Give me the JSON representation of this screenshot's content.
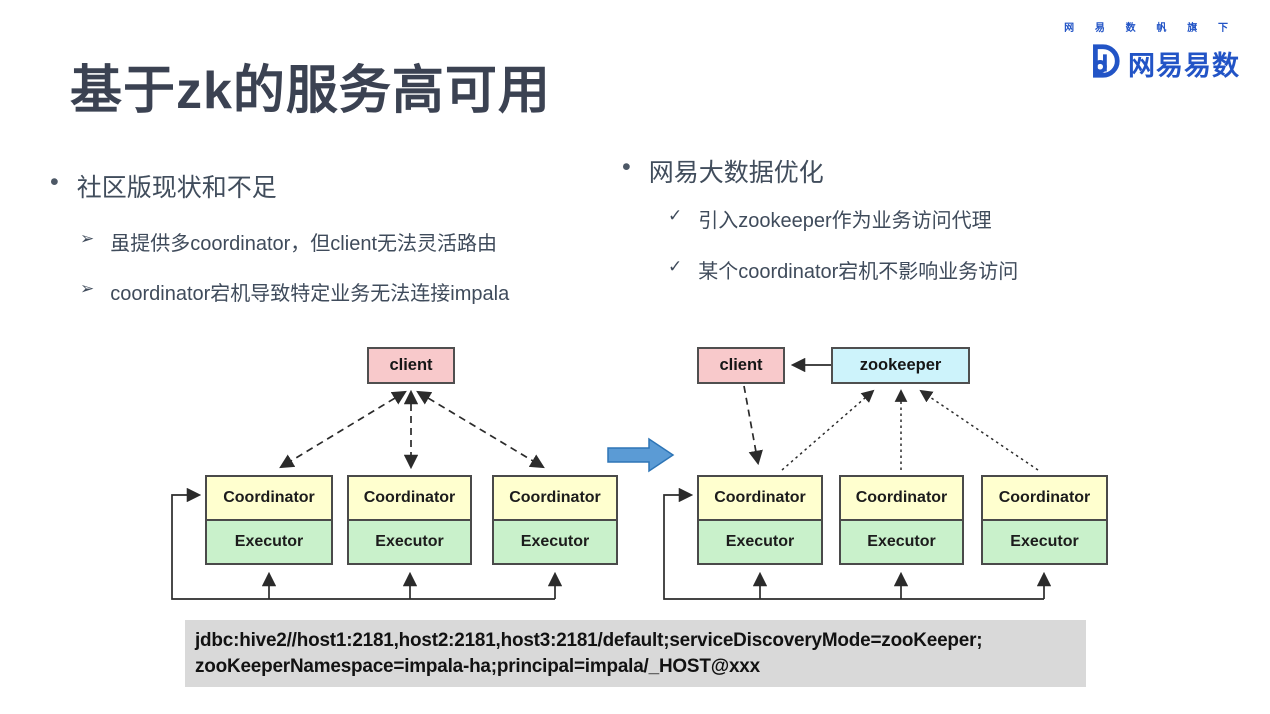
{
  "brand": {
    "tagline": "网 易 数 帆 旗 下",
    "name": "网易易数"
  },
  "slide": {
    "title": "基于zk的服务高可用"
  },
  "sections": {
    "community": {
      "bullet": "•",
      "heading": "社区版现状和不足",
      "marker": "➢",
      "items": [
        "虽提供多coordinator，但client无法灵活路由",
        "coordinator宕机导致特定业务无法连接impala"
      ]
    },
    "netease": {
      "bullet": "•",
      "heading": "网易大数据优化",
      "marker": "✓",
      "items": [
        "引入zookeeper作为业务访问代理",
        "某个coordinator宕机不影响业务访问"
      ]
    }
  },
  "diagram": {
    "before": {
      "client": "client",
      "stacks": [
        {
          "coordinator": "Coordinator",
          "executor": "Executor"
        },
        {
          "coordinator": "Coordinator",
          "executor": "Executor"
        },
        {
          "coordinator": "Coordinator",
          "executor": "Executor"
        }
      ]
    },
    "after": {
      "client": "client",
      "zookeeper": "zookeeper",
      "stacks": [
        {
          "coordinator": "Coordinator",
          "executor": "Executor"
        },
        {
          "coordinator": "Coordinator",
          "executor": "Executor"
        },
        {
          "coordinator": "Coordinator",
          "executor": "Executor"
        }
      ]
    }
  },
  "jdbc": {
    "line1": "jdbc:hive2//host1:2181,host2:2181,host3:2181/default;serviceDiscoveryMode=zooKeeper;",
    "line2": "zooKeeperNamespace=impala-ha;principal=impala/_HOST@xxx"
  },
  "colors": {
    "brand_blue": "#2254c6",
    "title_text": "#3b4252",
    "body_text": "#3f4b5b",
    "client_fill": "#f8c9cb",
    "zookeeper_fill": "#cdf3fb",
    "coordinator_fill": "#ffffcf",
    "executor_fill": "#c9f1cb",
    "jdbc_bg": "#d9d9d9",
    "transform_arrow_fill": "#5b9bd5"
  }
}
